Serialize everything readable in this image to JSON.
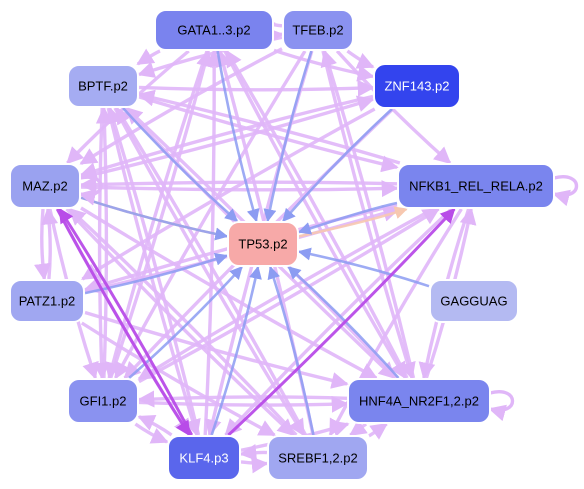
{
  "colors": {
    "strong_blue": "#3344ee",
    "mid_blue": "#7a85ee",
    "light_blue": "#9aa2f0",
    "pale_blue": "#b4baf2",
    "target_pink": "#f7a9a8",
    "edge_violet": "#e0b6f8",
    "edge_purple": "#b84ce8",
    "edge_blue": "#8c9cf2",
    "edge_peach": "#f7c8b0",
    "node_border": "#ffffff"
  },
  "nodes": [
    {
      "id": "gata1",
      "label": "GATA1..3.p2",
      "fill": "#7a83ee",
      "text": "#000000"
    },
    {
      "id": "tfeb",
      "label": "TFEB.p2",
      "fill": "#8a92f0",
      "text": "#000000"
    },
    {
      "id": "bptf",
      "label": "BPTF.p2",
      "fill": "#a5acf2",
      "text": "#000000"
    },
    {
      "id": "znf143",
      "label": "ZNF143.p2",
      "fill": "#3344ee",
      "text": "#ffffff"
    },
    {
      "id": "maz",
      "label": "MAZ.p2",
      "fill": "#9aa2f0",
      "text": "#000000"
    },
    {
      "id": "nfkb1",
      "label": "NFKB1_REL_RELA.p2",
      "fill": "#7a85ee",
      "text": "#000000"
    },
    {
      "id": "tp53",
      "label": "TP53.p2",
      "fill": "#f7a9a8",
      "text": "#000000"
    },
    {
      "id": "patz1",
      "label": "PATZ1.p2",
      "fill": "#a0a7f1",
      "text": "#000000"
    },
    {
      "id": "gagguag",
      "label": "GAGGUAG",
      "fill": "#b4baf2",
      "text": "#000000"
    },
    {
      "id": "gfi1",
      "label": "GFI1.p2",
      "fill": "#8a92f0",
      "text": "#000000"
    },
    {
      "id": "hnf4a",
      "label": "HNF4A_NR2F1,2.p2",
      "fill": "#7a85ee",
      "text": "#000000"
    },
    {
      "id": "klf4",
      "label": "KLF4.p3",
      "fill": "#5a66ec",
      "text": "#ffffff"
    },
    {
      "id": "srebf1",
      "label": "SREBF1,2.p2",
      "fill": "#a0a7f1",
      "text": "#000000"
    }
  ],
  "edges": [
    {
      "from": "gata1",
      "to": "tfeb",
      "kind": "violet"
    },
    {
      "from": "tfeb",
      "to": "gata1",
      "kind": "violet"
    },
    {
      "from": "gata1",
      "to": "tp53",
      "kind": "blue"
    },
    {
      "from": "tfeb",
      "to": "tp53",
      "kind": "blue"
    },
    {
      "from": "znf143",
      "to": "tp53",
      "kind": "blue"
    },
    {
      "from": "bptf",
      "to": "tp53",
      "kind": "blue"
    },
    {
      "from": "maz",
      "to": "tp53",
      "kind": "blue"
    },
    {
      "from": "gagguag",
      "to": "tp53",
      "kind": "blue"
    },
    {
      "from": "klf4",
      "to": "tp53",
      "kind": "blue"
    },
    {
      "from": "srebf1",
      "to": "tp53",
      "kind": "blue"
    },
    {
      "from": "gfi1",
      "to": "tp53",
      "kind": "blue"
    },
    {
      "from": "patz1",
      "to": "tp53",
      "kind": "blue"
    },
    {
      "from": "hnf4a",
      "to": "tp53",
      "kind": "blue"
    },
    {
      "from": "nfkb1",
      "to": "tp53",
      "kind": "blue"
    },
    {
      "from": "maz",
      "to": "nfkb1",
      "kind": "violet"
    },
    {
      "from": "klf4",
      "to": "nfkb1",
      "kind": "purple"
    },
    {
      "from": "maz",
      "to": "tp53",
      "kind": "peach"
    },
    {
      "from": "tp53",
      "to": "nfkb1",
      "kind": "peach"
    },
    {
      "from": "gata1",
      "to": "bptf",
      "kind": "violet"
    },
    {
      "from": "gata1",
      "to": "znf143",
      "kind": "violet"
    },
    {
      "from": "tfeb",
      "to": "znf143",
      "kind": "violet"
    },
    {
      "from": "bptf",
      "to": "znf143",
      "kind": "violet"
    },
    {
      "from": "bptf",
      "to": "nfkb1",
      "kind": "violet"
    },
    {
      "from": "bptf",
      "to": "hnf4a",
      "kind": "violet"
    },
    {
      "from": "bptf",
      "to": "srebf1",
      "kind": "violet"
    },
    {
      "from": "gata1",
      "to": "hnf4a",
      "kind": "violet"
    },
    {
      "from": "gata1",
      "to": "gfi1",
      "kind": "violet"
    },
    {
      "from": "gata1",
      "to": "maz",
      "kind": "violet"
    },
    {
      "from": "tfeb",
      "to": "maz",
      "kind": "violet"
    },
    {
      "from": "tfeb",
      "to": "klf4",
      "kind": "violet"
    },
    {
      "from": "tfeb",
      "to": "nfkb1",
      "kind": "violet"
    },
    {
      "from": "znf143",
      "to": "patz1",
      "kind": "violet"
    },
    {
      "from": "znf143",
      "to": "maz",
      "kind": "violet"
    },
    {
      "from": "znf143",
      "to": "gfi1",
      "kind": "violet"
    },
    {
      "from": "nfkb1",
      "to": "patz1",
      "kind": "violet"
    },
    {
      "from": "nfkb1",
      "to": "gfi1",
      "kind": "violet"
    },
    {
      "from": "nfkb1",
      "to": "klf4",
      "kind": "violet"
    },
    {
      "from": "nfkb1",
      "to": "srebf1",
      "kind": "violet"
    },
    {
      "from": "nfkb1",
      "to": "hnf4a",
      "kind": "violet"
    },
    {
      "from": "maz",
      "to": "patz1",
      "kind": "violet"
    },
    {
      "from": "patz1",
      "to": "maz",
      "kind": "violet"
    },
    {
      "from": "maz",
      "to": "hnf4a",
      "kind": "violet"
    },
    {
      "from": "maz",
      "to": "srebf1",
      "kind": "violet"
    },
    {
      "from": "maz",
      "to": "klf4",
      "kind": "violet"
    },
    {
      "from": "maz",
      "to": "gfi1",
      "kind": "violet"
    },
    {
      "from": "patz1",
      "to": "hnf4a",
      "kind": "violet"
    },
    {
      "from": "patz1",
      "to": "nfkb1",
      "kind": "violet"
    },
    {
      "from": "patz1",
      "to": "srebf1",
      "kind": "violet"
    },
    {
      "from": "gfi1",
      "to": "hnf4a",
      "kind": "violet"
    },
    {
      "from": "hnf4a",
      "to": "gfi1",
      "kind": "violet"
    },
    {
      "from": "klf4",
      "to": "hnf4a",
      "kind": "violet"
    },
    {
      "from": "klf4",
      "to": "gfi1",
      "kind": "violet"
    },
    {
      "from": "klf4",
      "to": "srebf1",
      "kind": "violet"
    },
    {
      "from": "srebf1",
      "to": "klf4",
      "kind": "violet"
    },
    {
      "from": "srebf1",
      "to": "hnf4a",
      "kind": "violet"
    },
    {
      "from": "hnf4a",
      "to": "srebf1",
      "kind": "violet"
    },
    {
      "from": "hnf4a",
      "to": "gata1",
      "kind": "violet"
    },
    {
      "from": "hnf4a",
      "to": "tfeb",
      "kind": "violet"
    },
    {
      "from": "hnf4a",
      "to": "bptf",
      "kind": "violet"
    },
    {
      "from": "hnf4a",
      "to": "nfkb1",
      "kind": "violet"
    },
    {
      "from": "klf4",
      "to": "gata1",
      "kind": "violet"
    },
    {
      "from": "klf4",
      "to": "bptf",
      "kind": "violet"
    },
    {
      "from": "klf4",
      "to": "maz",
      "kind": "purple"
    },
    {
      "from": "maz",
      "to": "klf4",
      "kind": "purple"
    },
    {
      "from": "srebf1",
      "to": "gata1",
      "kind": "violet"
    },
    {
      "from": "srebf1",
      "to": "bptf",
      "kind": "violet"
    },
    {
      "from": "srebf1",
      "to": "maz",
      "kind": "violet"
    },
    {
      "from": "gfi1",
      "to": "nfkb1",
      "kind": "violet"
    },
    {
      "from": "gfi1",
      "to": "bptf",
      "kind": "violet"
    },
    {
      "from": "gfi1",
      "to": "gata1",
      "kind": "violet"
    },
    {
      "from": "gfi1",
      "to": "klf4",
      "kind": "violet"
    },
    {
      "from": "nfkb1",
      "to": "maz",
      "kind": "violet"
    },
    {
      "from": "nfkb1",
      "to": "bptf",
      "kind": "violet"
    },
    {
      "from": "tfeb",
      "to": "bptf",
      "kind": "violet"
    },
    {
      "from": "tfeb",
      "to": "hnf4a",
      "kind": "violet"
    },
    {
      "from": "tfeb",
      "to": "gfi1",
      "kind": "violet"
    },
    {
      "from": "bptf",
      "to": "gfi1",
      "kind": "violet"
    },
    {
      "from": "bptf",
      "to": "klf4",
      "kind": "violet"
    },
    {
      "from": "maz",
      "to": "znf143",
      "kind": "violet"
    }
  ],
  "self_loops": [
    "maz",
    "nfkb1",
    "hnf4a"
  ]
}
